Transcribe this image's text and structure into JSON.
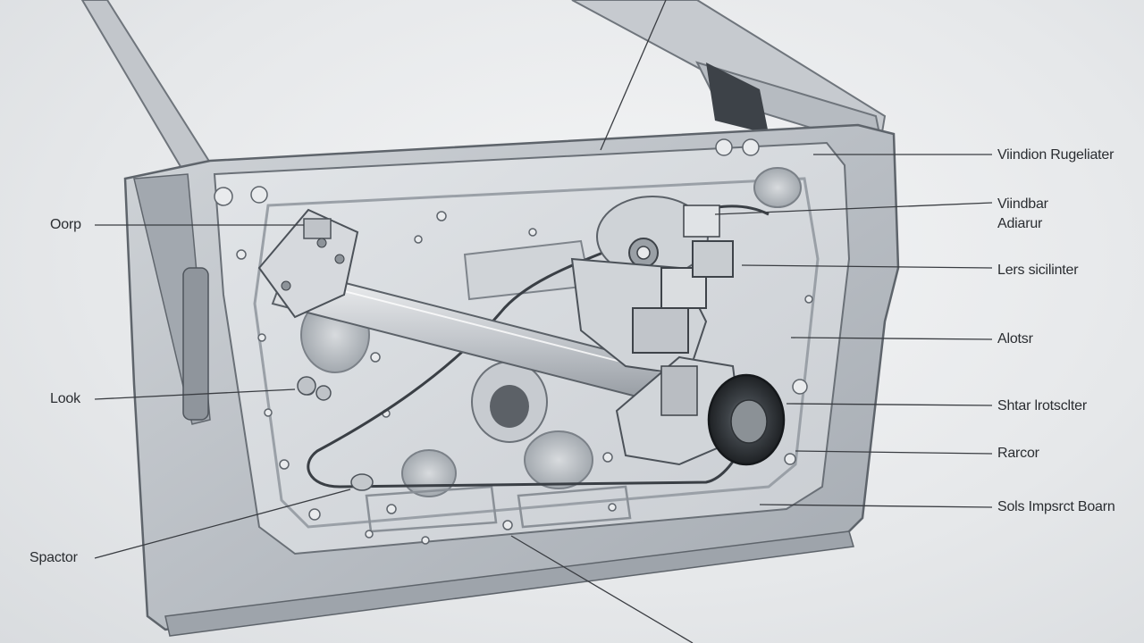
{
  "labels": {
    "window_regulator": "Viindion Rugeliater",
    "window_adjuster_line1": "Viindbar",
    "window_adjuster_line2": "Adiarur",
    "lens_sticker": "Lers sicilinter",
    "motor": "Alotsr",
    "shaft_protector": "Shtar lrotsclter",
    "racer": "Rarcor",
    "side_impact_beam": "Sols Impsrct Boarn",
    "door": "Oorp",
    "lock": "Look",
    "speaker": "Spactor"
  },
  "colors": {
    "door_skin": "#b9bec4",
    "door_frame": "#a9afb6",
    "inner_panel": "#d4d8dc",
    "metal_dark": "#4a4f55",
    "leader_line": "#3a3d42"
  }
}
